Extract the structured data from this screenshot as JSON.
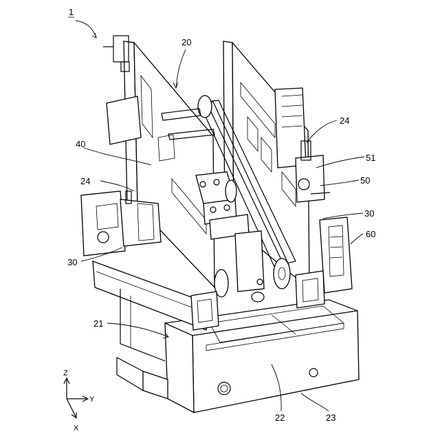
{
  "labels": {
    "assembly": "1",
    "n20": "20",
    "n24a": "24",
    "n40": "40",
    "n24b": "24",
    "n51": "51",
    "n50": "50",
    "n30a": "30",
    "n60": "60",
    "n30b": "30",
    "n21": "21",
    "n22": "22",
    "n23": "23"
  },
  "axes": {
    "z": "Z",
    "y": "Y",
    "x": "X"
  }
}
